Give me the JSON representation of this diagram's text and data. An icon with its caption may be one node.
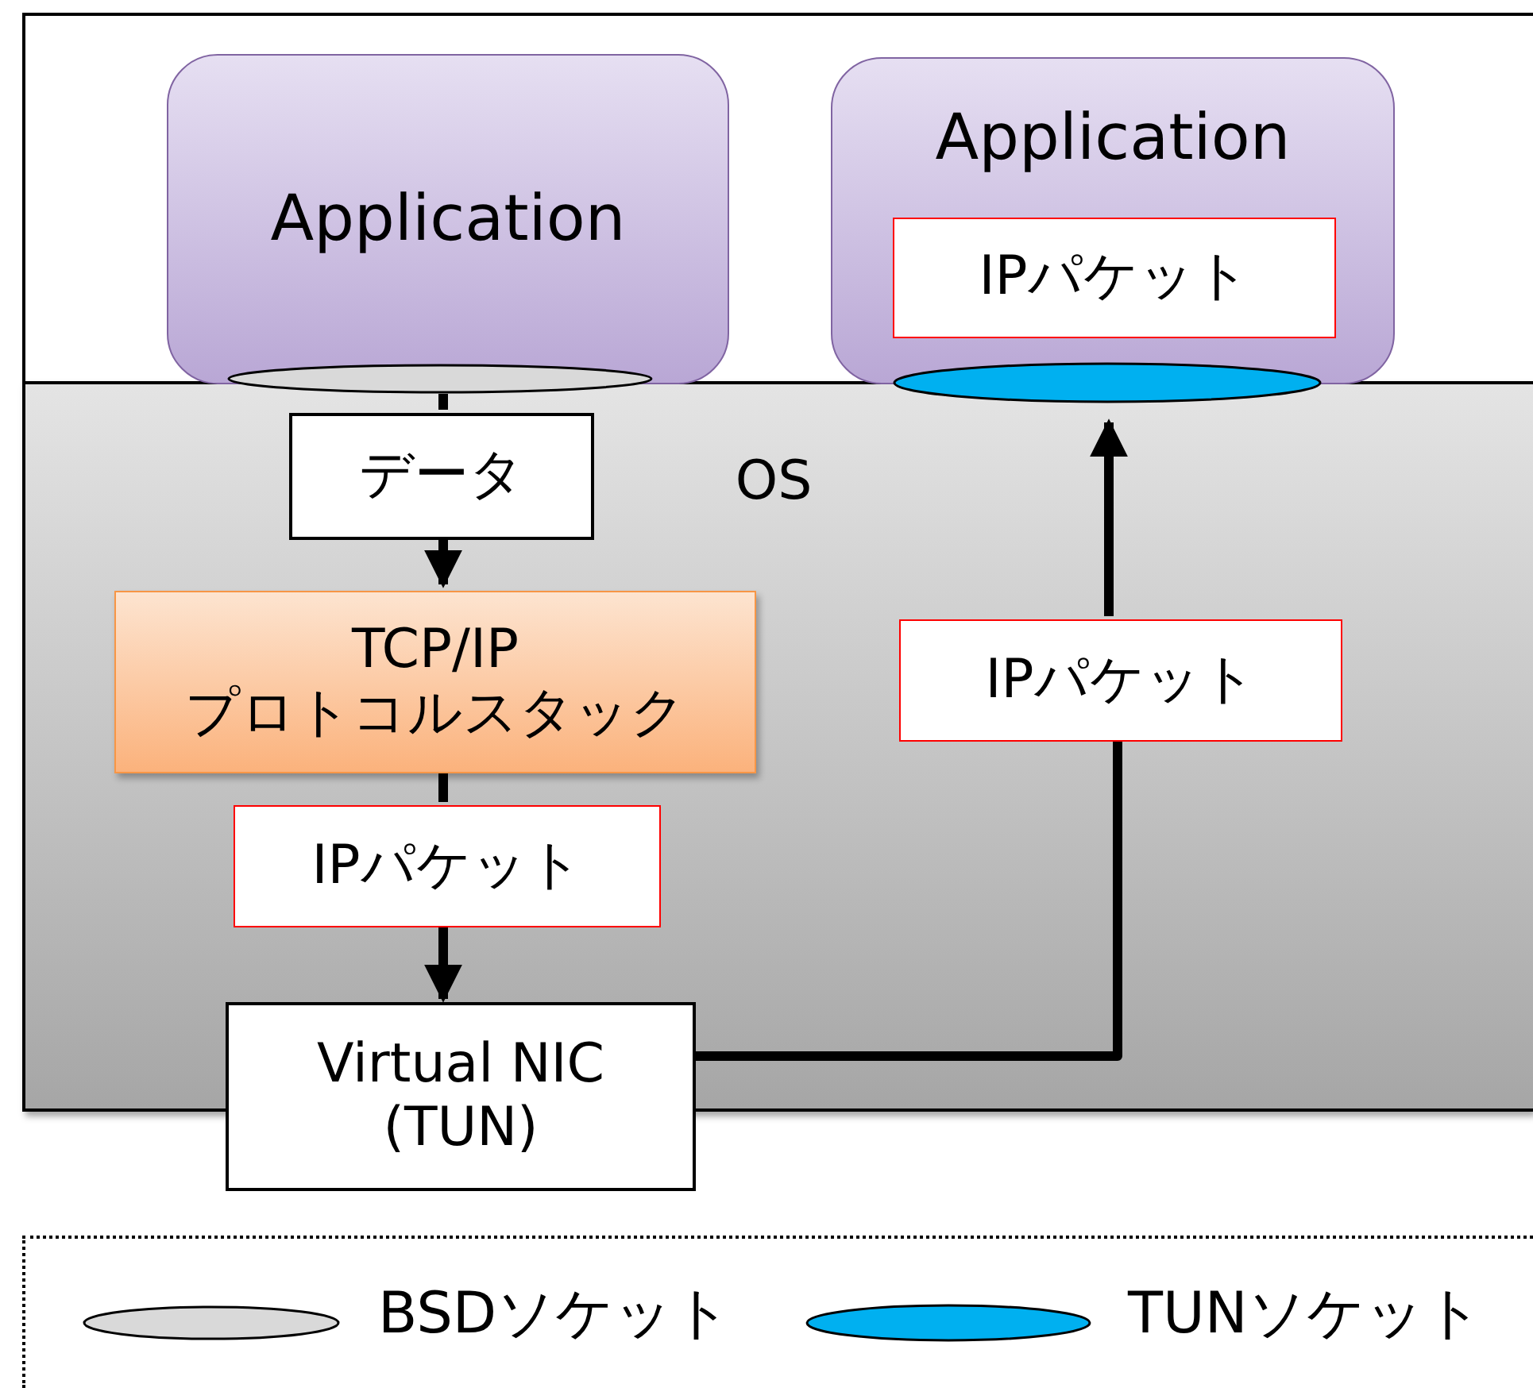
{
  "diagram": {
    "nodes": [
      {
        "text": [],
        "shape": "box"
      },
      {
        "text": [
          "Application"
        ],
        "in": 0
      },
      {
        "text": [
          "Application"
        ],
        "in": 0
      },
      {
        "text": [
          "IPパケット"
        ],
        "in": 2
      },
      {
        "text": [],
        "shape": "ellipse"
      },
      {
        "text": [],
        "shape": "ellipse"
      },
      {
        "text": [
          "OS"
        ]
      },
      {
        "text": [
          "データ"
        ],
        "in": 6
      },
      {
        "text": [
          "TCP/IP プロトコルスタック"
        ],
        "in": 6
      },
      {
        "text": [
          "IPパケット"
        ],
        "in": 6
      },
      {
        "text": [
          "Virtual NIC (TUN)"
        ]
      },
      {
        "text": [
          "IPパケット"
        ],
        "in": 6
      }
    ],
    "edges": [
      {
        "from": 4,
        "to": 7,
        "arrow": "none"
      },
      {
        "from": 7,
        "to": 8,
        "arrow": "to"
      },
      {
        "from": 8,
        "to": 9,
        "arrow": "none"
      },
      {
        "from": 9,
        "to": 10,
        "arrow": "to"
      },
      {
        "from": 10,
        "to": 11,
        "arrow": "none"
      },
      {
        "from": 11,
        "to": 5,
        "arrow": "to"
      }
    ],
    "legend": [
      {
        "text": "BSDソケット",
        "color": "#d9d9d9"
      },
      {
        "text": "TUNソケット",
        "color": "#00b0f0"
      }
    ]
  }
}
